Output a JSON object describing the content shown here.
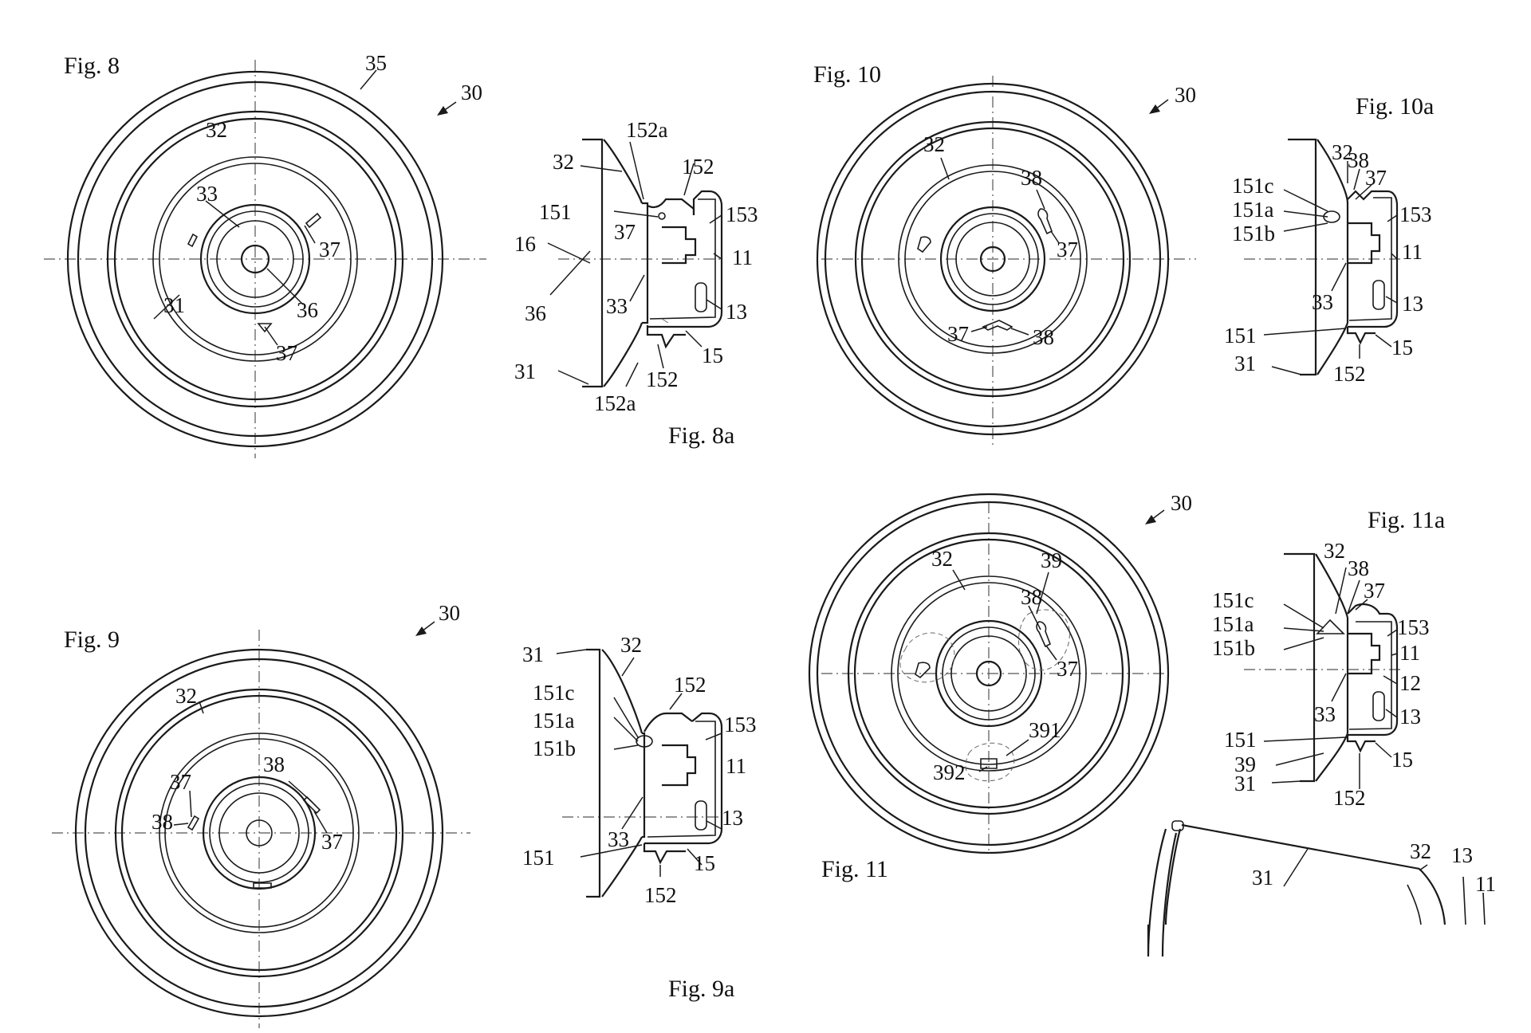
{
  "figures": {
    "fig8": "Fig. 8",
    "fig8a": "Fig. 8a",
    "fig9": "Fig. 9",
    "fig9a": "Fig. 9a",
    "fig10": "Fig. 10",
    "fig10a": "Fig. 10a",
    "fig11": "Fig. 11",
    "fig11a": "Fig. 11a"
  },
  "labels": {
    "n11": "11",
    "n12": "12",
    "n13": "13",
    "n15": "15",
    "n16": "16",
    "n30": "30",
    "n31": "31",
    "n32": "32",
    "n33": "33",
    "n35": "35",
    "n36": "36",
    "n37": "37",
    "n38": "38",
    "n39": "39",
    "n151": "151",
    "n151a": "151a",
    "n151b": "151b",
    "n151c": "151c",
    "n152": "152",
    "n152a": "152a",
    "n153": "153",
    "n391": "391",
    "n392": "392"
  },
  "colors": {
    "ink": "#1a1a1a",
    "paper": "#ffffff"
  }
}
